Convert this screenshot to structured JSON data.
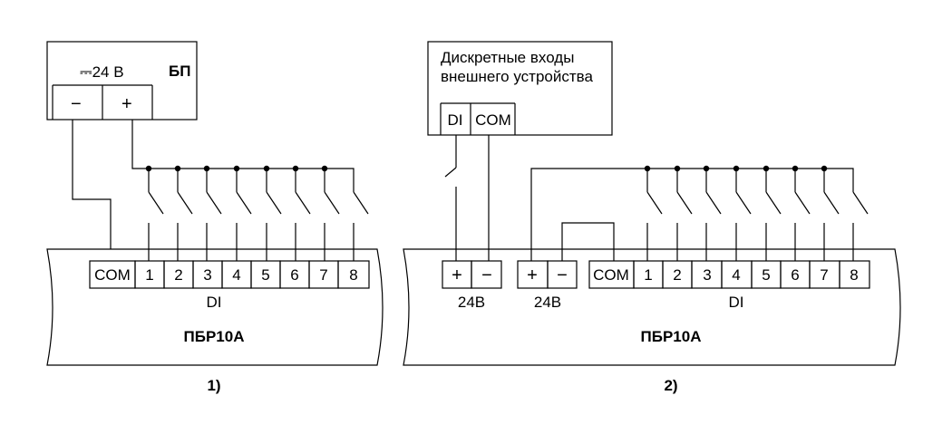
{
  "diagram1": {
    "power_supply": {
      "voltage": "⎓24 В",
      "title": "БП",
      "minus": "−",
      "plus": "+"
    },
    "terminals": [
      "COM",
      "1",
      "2",
      "3",
      "4",
      "5",
      "6",
      "7",
      "8"
    ],
    "group_label": "DI",
    "device": "ПБР10А",
    "caption": "1)"
  },
  "diagram2": {
    "external_device": {
      "line1": "Дискретные входы",
      "line2": "внешнего устройства",
      "di": "DI",
      "com": "COM"
    },
    "ext_power_terminals": {
      "plus": "+",
      "minus": "−",
      "label": "24В"
    },
    "power_terminals": {
      "plus": "+",
      "minus": "−",
      "label": "24В"
    },
    "terminals": [
      "COM",
      "1",
      "2",
      "3",
      "4",
      "5",
      "6",
      "7",
      "8"
    ],
    "group_label": "DI",
    "device": "ПБР10А",
    "caption": "2)"
  }
}
